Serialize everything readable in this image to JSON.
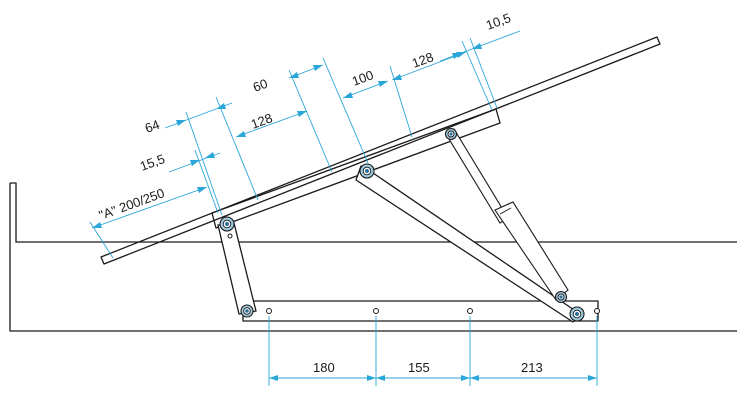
{
  "diagram": {
    "dimensions": {
      "a_label": "\"A\" 200/250",
      "d_15_5": "15,5",
      "d_64": "64",
      "d_128_left": "128",
      "d_60": "60",
      "d_100": "100",
      "d_128_right": "128",
      "d_10_5": "10,5",
      "d_180": "180",
      "d_155": "155",
      "d_213": "213"
    }
  }
}
